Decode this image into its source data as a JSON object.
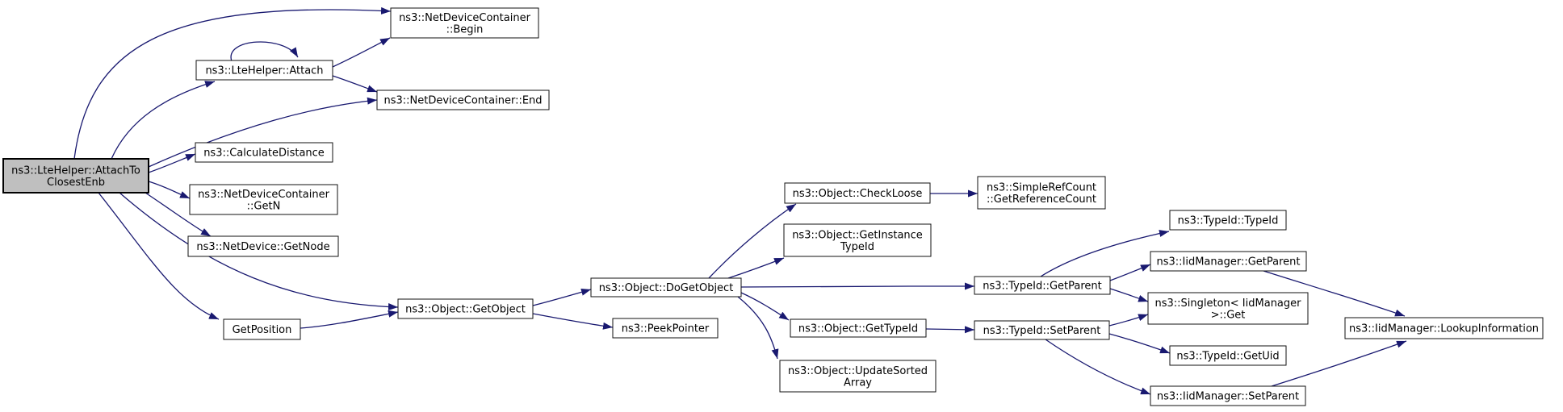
{
  "diagram": {
    "kind": "call-graph",
    "colors": {
      "background": "#ffffff",
      "edge": "#191970",
      "node_fill": "#ffffff",
      "node_border": "#111111",
      "current_node_fill": "#bfbfbf",
      "text": "#000000"
    },
    "nodes": [
      {
        "id": "attach-to-closest-enb",
        "lines": [
          "ns3::LteHelper::AttachTo",
          "ClosestEnb"
        ],
        "current": true
      },
      {
        "id": "net-device-container-begin",
        "lines": [
          "ns3::NetDeviceContainer",
          "::Begin"
        ],
        "current": false
      },
      {
        "id": "lte-helper-attach",
        "lines": [
          "ns3::LteHelper::Attach"
        ],
        "current": false
      },
      {
        "id": "net-device-container-end",
        "lines": [
          "ns3::NetDeviceContainer::End"
        ],
        "current": false
      },
      {
        "id": "calculate-distance",
        "lines": [
          "ns3::CalculateDistance"
        ],
        "current": false
      },
      {
        "id": "net-device-container-getn",
        "lines": [
          "ns3::NetDeviceContainer",
          "::GetN"
        ],
        "current": false
      },
      {
        "id": "net-device-getnode",
        "lines": [
          "ns3::NetDevice::GetNode"
        ],
        "current": false
      },
      {
        "id": "get-position",
        "lines": [
          "GetPosition"
        ],
        "current": false
      },
      {
        "id": "object-getobject",
        "lines": [
          "ns3::Object::GetObject"
        ],
        "current": false
      },
      {
        "id": "object-dogetobject",
        "lines": [
          "ns3::Object::DoGetObject"
        ],
        "current": false
      },
      {
        "id": "peek-pointer",
        "lines": [
          "ns3::PeekPointer"
        ],
        "current": false
      },
      {
        "id": "object-checkloose",
        "lines": [
          "ns3::Object::CheckLoose"
        ],
        "current": false
      },
      {
        "id": "object-getinstancetypeid",
        "lines": [
          "ns3::Object::GetInstance",
          "TypeId"
        ],
        "current": false
      },
      {
        "id": "simplerefcount-getreferencecount",
        "lines": [
          "ns3::SimpleRefCount",
          "::GetReferenceCount"
        ],
        "current": false
      },
      {
        "id": "typeid-getparent",
        "lines": [
          "ns3::TypeId::GetParent"
        ],
        "current": false
      },
      {
        "id": "object-gettypeid",
        "lines": [
          "ns3::Object::GetTypeId"
        ],
        "current": false
      },
      {
        "id": "typeid-setparent",
        "lines": [
          "ns3::TypeId::SetParent"
        ],
        "current": false
      },
      {
        "id": "object-updatesortedarray",
        "lines": [
          "ns3::Object::UpdateSorted",
          "Array"
        ],
        "current": false
      },
      {
        "id": "typeid-typeid",
        "lines": [
          "ns3::TypeId::TypeId"
        ],
        "current": false
      },
      {
        "id": "iidmanager-getparent",
        "lines": [
          "ns3::IidManager::GetParent"
        ],
        "current": false
      },
      {
        "id": "singleton-iidmanager-get",
        "lines": [
          "ns3::Singleton< IidManager",
          ">::Get"
        ],
        "current": false
      },
      {
        "id": "typeid-getuid",
        "lines": [
          "ns3::TypeId::GetUid"
        ],
        "current": false
      },
      {
        "id": "iidmanager-setparent",
        "lines": [
          "ns3::IidManager::SetParent"
        ],
        "current": false
      },
      {
        "id": "iidmanager-lookupinformation",
        "lines": [
          "ns3::IidManager::LookupInformation"
        ],
        "current": false
      }
    ],
    "edges": [
      {
        "from": "attach-to-closest-enb",
        "to": "net-device-container-begin"
      },
      {
        "from": "attach-to-closest-enb",
        "to": "lte-helper-attach"
      },
      {
        "from": "attach-to-closest-enb",
        "to": "net-device-container-end"
      },
      {
        "from": "attach-to-closest-enb",
        "to": "calculate-distance"
      },
      {
        "from": "attach-to-closest-enb",
        "to": "net-device-container-getn"
      },
      {
        "from": "attach-to-closest-enb",
        "to": "net-device-getnode"
      },
      {
        "from": "attach-to-closest-enb",
        "to": "object-getobject"
      },
      {
        "from": "attach-to-closest-enb",
        "to": "get-position"
      },
      {
        "from": "lte-helper-attach",
        "to": "lte-helper-attach"
      },
      {
        "from": "lte-helper-attach",
        "to": "net-device-container-begin"
      },
      {
        "from": "lte-helper-attach",
        "to": "net-device-container-end"
      },
      {
        "from": "get-position",
        "to": "object-getobject"
      },
      {
        "from": "object-getobject",
        "to": "object-dogetobject"
      },
      {
        "from": "object-getobject",
        "to": "peek-pointer"
      },
      {
        "from": "object-dogetobject",
        "to": "object-checkloose"
      },
      {
        "from": "object-dogetobject",
        "to": "object-getinstancetypeid"
      },
      {
        "from": "object-dogetobject",
        "to": "typeid-getparent"
      },
      {
        "from": "object-dogetobject",
        "to": "object-gettypeid"
      },
      {
        "from": "object-dogetobject",
        "to": "object-updatesortedarray"
      },
      {
        "from": "object-checkloose",
        "to": "simplerefcount-getreferencecount"
      },
      {
        "from": "object-gettypeid",
        "to": "typeid-setparent"
      },
      {
        "from": "typeid-getparent",
        "to": "typeid-typeid"
      },
      {
        "from": "typeid-getparent",
        "to": "iidmanager-getparent"
      },
      {
        "from": "typeid-getparent",
        "to": "singleton-iidmanager-get"
      },
      {
        "from": "typeid-setparent",
        "to": "singleton-iidmanager-get"
      },
      {
        "from": "typeid-setparent",
        "to": "typeid-getuid"
      },
      {
        "from": "typeid-setparent",
        "to": "iidmanager-setparent"
      },
      {
        "from": "iidmanager-getparent",
        "to": "iidmanager-lookupinformation"
      },
      {
        "from": "iidmanager-setparent",
        "to": "iidmanager-lookupinformation"
      }
    ]
  }
}
